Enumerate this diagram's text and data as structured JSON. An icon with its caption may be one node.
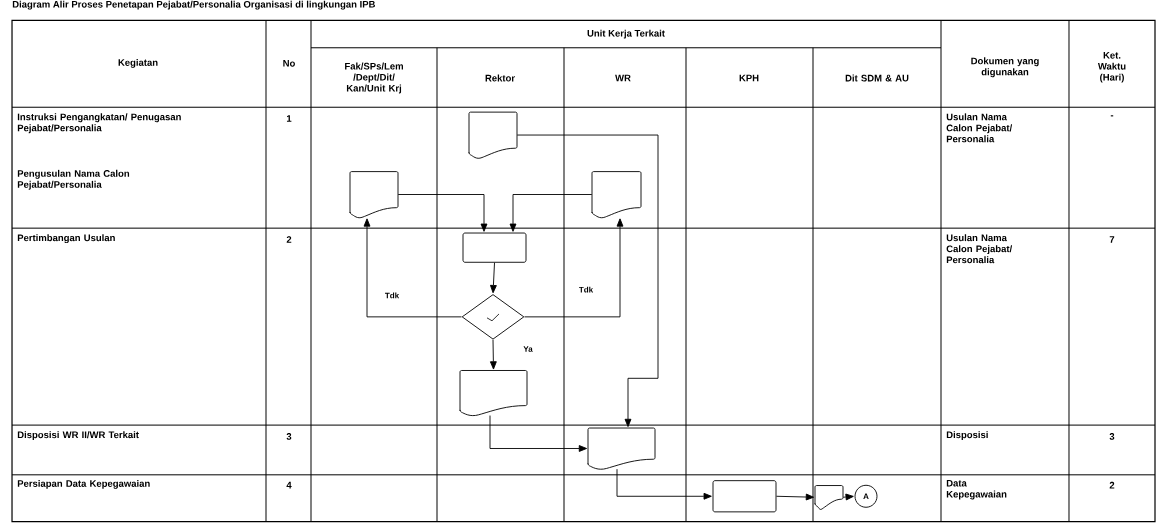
{
  "diagram": {
    "title": "Diagram Alir Proses Penetapan Pejabat/Personalia Organisasi di lingkungan IPB",
    "nodes": [
      {
        "text": [],
        "shape": "document"
      },
      {
        "text": [],
        "shape": "document"
      },
      {
        "text": [],
        "shape": "document"
      },
      {
        "text": [],
        "shape": "box"
      },
      {
        "text": [],
        "shape": "diamond"
      },
      {
        "text": [],
        "shape": "document"
      },
      {
        "text": [],
        "shape": "document"
      },
      {
        "text": [],
        "shape": "box"
      },
      {
        "text": [],
        "shape": "document"
      },
      {
        "text": [
          "A"
        ]
      }
    ],
    "edges": [
      {
        "from": 0,
        "to": 6,
        "arrow": "to"
      },
      {
        "from": 1,
        "to": 3,
        "arrow": "to"
      },
      {
        "from": 2,
        "to": 3,
        "arrow": "to"
      },
      {
        "from": 3,
        "to": 4,
        "arrow": "to"
      },
      {
        "from": 4,
        "to": 1,
        "arrow": "to",
        "label": "Tdk"
      },
      {
        "from": 4,
        "to": 2,
        "arrow": "to",
        "label": "Tdk"
      },
      {
        "from": 4,
        "to": 5,
        "arrow": "to",
        "label": "Ya"
      },
      {
        "from": 5,
        "to": 6,
        "arrow": "to"
      },
      {
        "from": 6,
        "to": 7,
        "arrow": "to"
      },
      {
        "from": 7,
        "to": 8,
        "arrow": "to"
      },
      {
        "from": 8,
        "to": 9,
        "arrow": "to"
      }
    ],
    "labels": [
      "Kegiatan",
      "No",
      "Unit Kerja Terkait",
      "Fak/SPs/Lem /Dept/Dit/ Kan/Unit Krj",
      "Rektor",
      "WR",
      "KPH",
      "Dit SDM & AU",
      "Dokumen yang digunakan",
      "Ket. Waktu (Hari)",
      "Instruksi Pengangkatan/ Penugasan Pejabat/Personalia",
      "Pengusulan Nama Calon Pejabat/Personalia",
      "1",
      "Usulan Nama Calon Pejabat/ Personalia",
      "-",
      "Pertimbangan Usulan",
      "2",
      "Usulan Nama Calon Pejabat/ Personalia",
      "7",
      "Disposisi WR II/WR Terkait",
      "3",
      "Disposisi",
      "3",
      "Persiapan Data Kepegawaian",
      "4",
      "Data Kepegawaian",
      "2"
    ]
  }
}
